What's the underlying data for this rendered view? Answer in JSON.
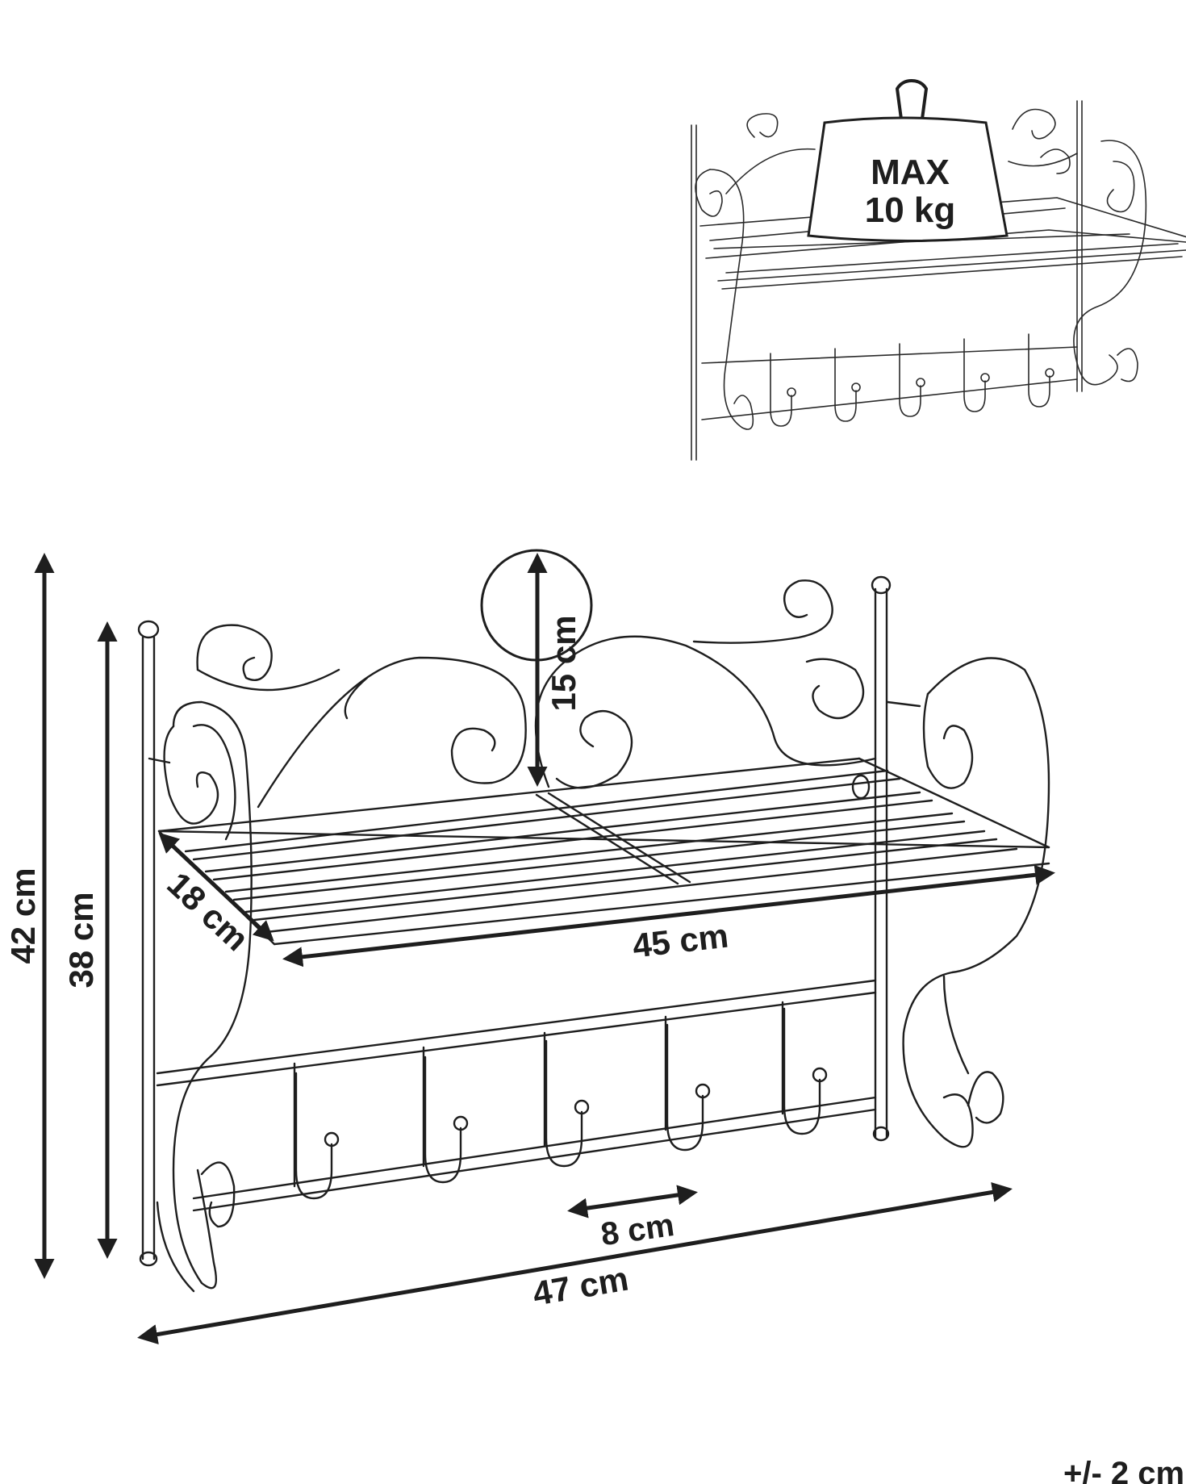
{
  "weight_badge": {
    "line1": "MAX",
    "line2": "10 kg"
  },
  "dimensions": {
    "total_height": "42 cm",
    "frame_height": "38 cm",
    "crest_height": "15 cm",
    "shelf_depth": "18 cm",
    "shelf_width": "45 cm",
    "hook_spacing": "8 cm",
    "total_width": "47 cm"
  },
  "tolerance": "+/- 2 cm",
  "colors": {
    "line": "#1e1e1e",
    "weight_fill": "#ffffff"
  }
}
